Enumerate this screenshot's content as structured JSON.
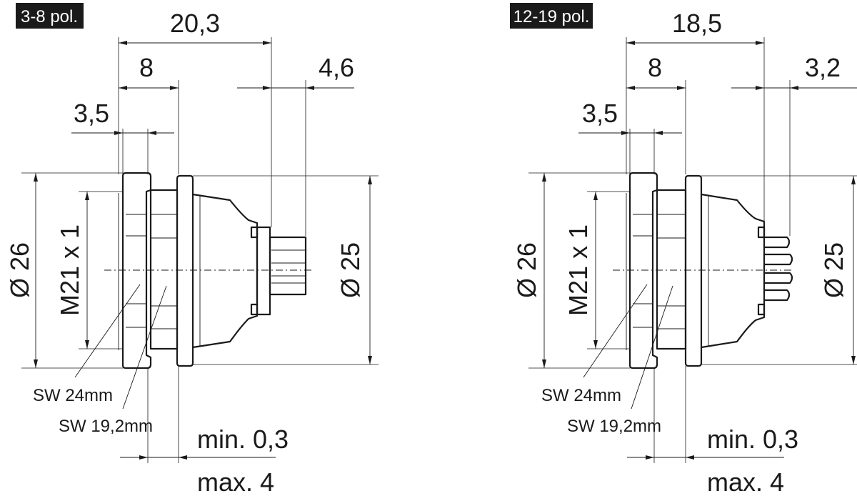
{
  "views": [
    {
      "id": "left",
      "tag": "3-8 pol.",
      "dims": {
        "overall": "20,3",
        "front_length": "8",
        "pin_length": "4,6",
        "flange": "3,5",
        "diameter_front": "Ø 26",
        "thread": "M21 x 1",
        "diameter_rear": "Ø 25",
        "sw_outer": "SW 24mm",
        "sw_inner": "SW 19,2mm",
        "panel_min": "min. 0,3",
        "panel_max": "max. 4"
      }
    },
    {
      "id": "right",
      "tag": "12-19 pol.",
      "dims": {
        "overall": "18,5",
        "front_length": "8",
        "pin_length": "3,2",
        "flange": "3,5",
        "diameter_front": "Ø 26",
        "thread": "M21 x 1",
        "diameter_rear": "Ø 25",
        "sw_outer": "SW 24mm",
        "sw_inner": "SW 19,2mm",
        "panel_min": "min. 0,3",
        "panel_max": "max. 4"
      }
    }
  ]
}
